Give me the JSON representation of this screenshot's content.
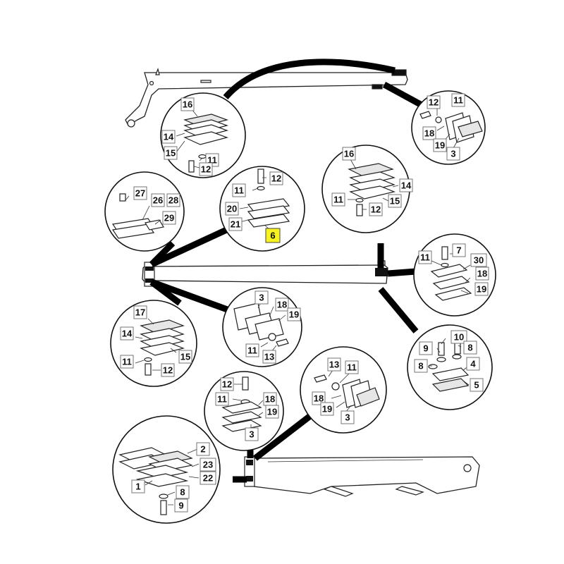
{
  "diagram": {
    "highlight_color": "#f7f321",
    "highlighted_part": "6",
    "details": [
      {
        "id": "d-top-boom-head",
        "labels": [
          "16",
          "14",
          "15",
          "11",
          "12"
        ]
      },
      {
        "id": "d-top-right",
        "labels": [
          "12",
          "11",
          "18",
          "19",
          "3"
        ]
      },
      {
        "id": "d-left-upper",
        "labels": [
          "27",
          "26",
          "28",
          "29"
        ]
      },
      {
        "id": "d-center-upper",
        "labels": [
          "12",
          "11",
          "20",
          "21",
          "6"
        ]
      },
      {
        "id": "d-right-upper",
        "labels": [
          "16",
          "14",
          "11",
          "12",
          "15"
        ]
      },
      {
        "id": "d-right-middle",
        "labels": [
          "11",
          "7",
          "30",
          "18",
          "19"
        ]
      },
      {
        "id": "d-left-lower",
        "labels": [
          "17",
          "14",
          "15",
          "11",
          "12"
        ]
      },
      {
        "id": "d-center-middle",
        "labels": [
          "3",
          "18",
          "19",
          "11",
          "13"
        ]
      },
      {
        "id": "d-right-lower",
        "labels": [
          "10",
          "9",
          "8",
          "8",
          "4",
          "5"
        ]
      },
      {
        "id": "d-center-lower",
        "labels": [
          "12",
          "11",
          "18",
          "19",
          "3"
        ]
      },
      {
        "id": "d-center-bottom-right",
        "labels": [
          "13",
          "11",
          "18",
          "19",
          "3"
        ]
      },
      {
        "id": "d-bottom-left",
        "labels": [
          "2",
          "23",
          "22",
          "1",
          "8",
          "9"
        ]
      }
    ]
  }
}
